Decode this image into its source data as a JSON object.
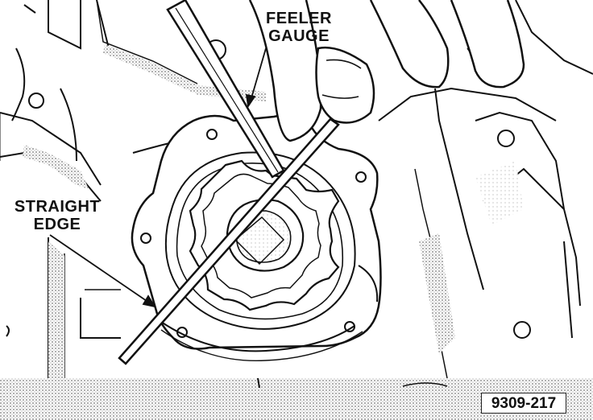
{
  "callouts": {
    "feeler_line1": "FEELER",
    "feeler_line2": "GAUGE",
    "straight_line1": "STRAIGHT",
    "straight_line2": "EDGE"
  },
  "figure_number": "9309-217",
  "colors": {
    "ink": "#111111",
    "hatch": "#8a8a8a",
    "paper": "#ffffff"
  }
}
